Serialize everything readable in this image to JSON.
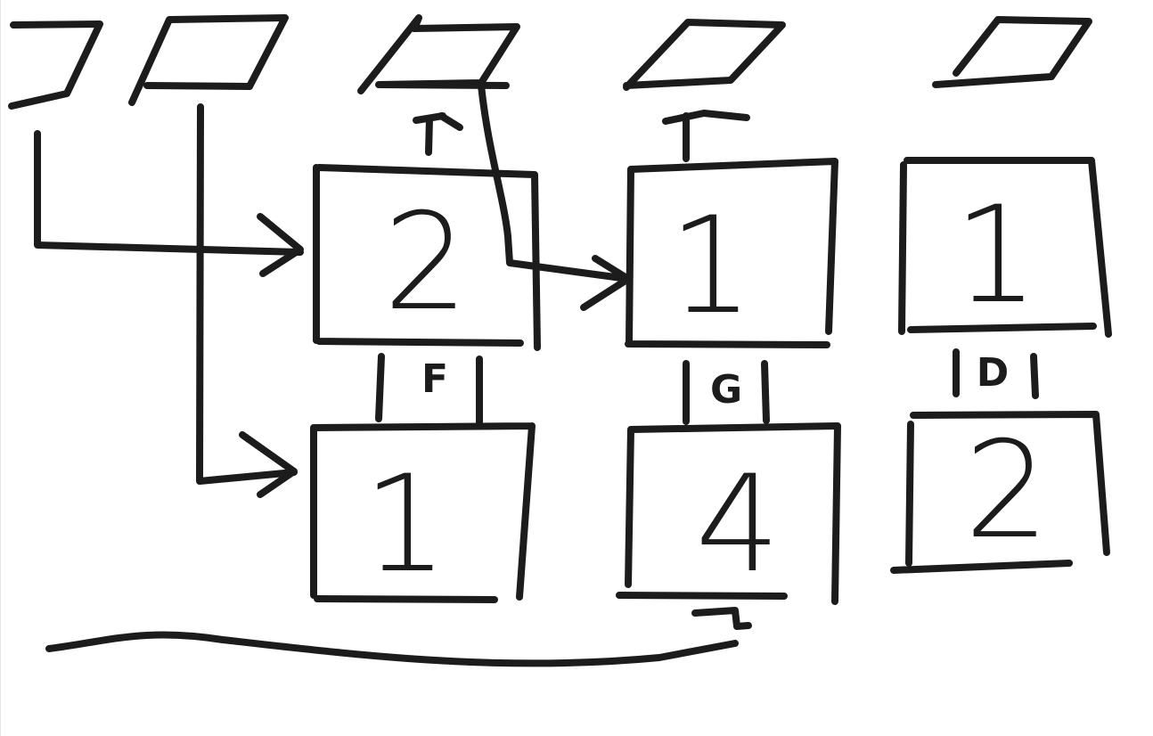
{
  "diagram": {
    "boxes": {
      "box_top_1": "2",
      "box_top_2": "1",
      "box_top_3": "1",
      "box_bottom_1": "1",
      "box_bottom_2": "4",
      "box_bottom_3": "2"
    },
    "gate_labels": {
      "gate_1": "F",
      "gate_2": "G",
      "gate_3": "D"
    }
  }
}
